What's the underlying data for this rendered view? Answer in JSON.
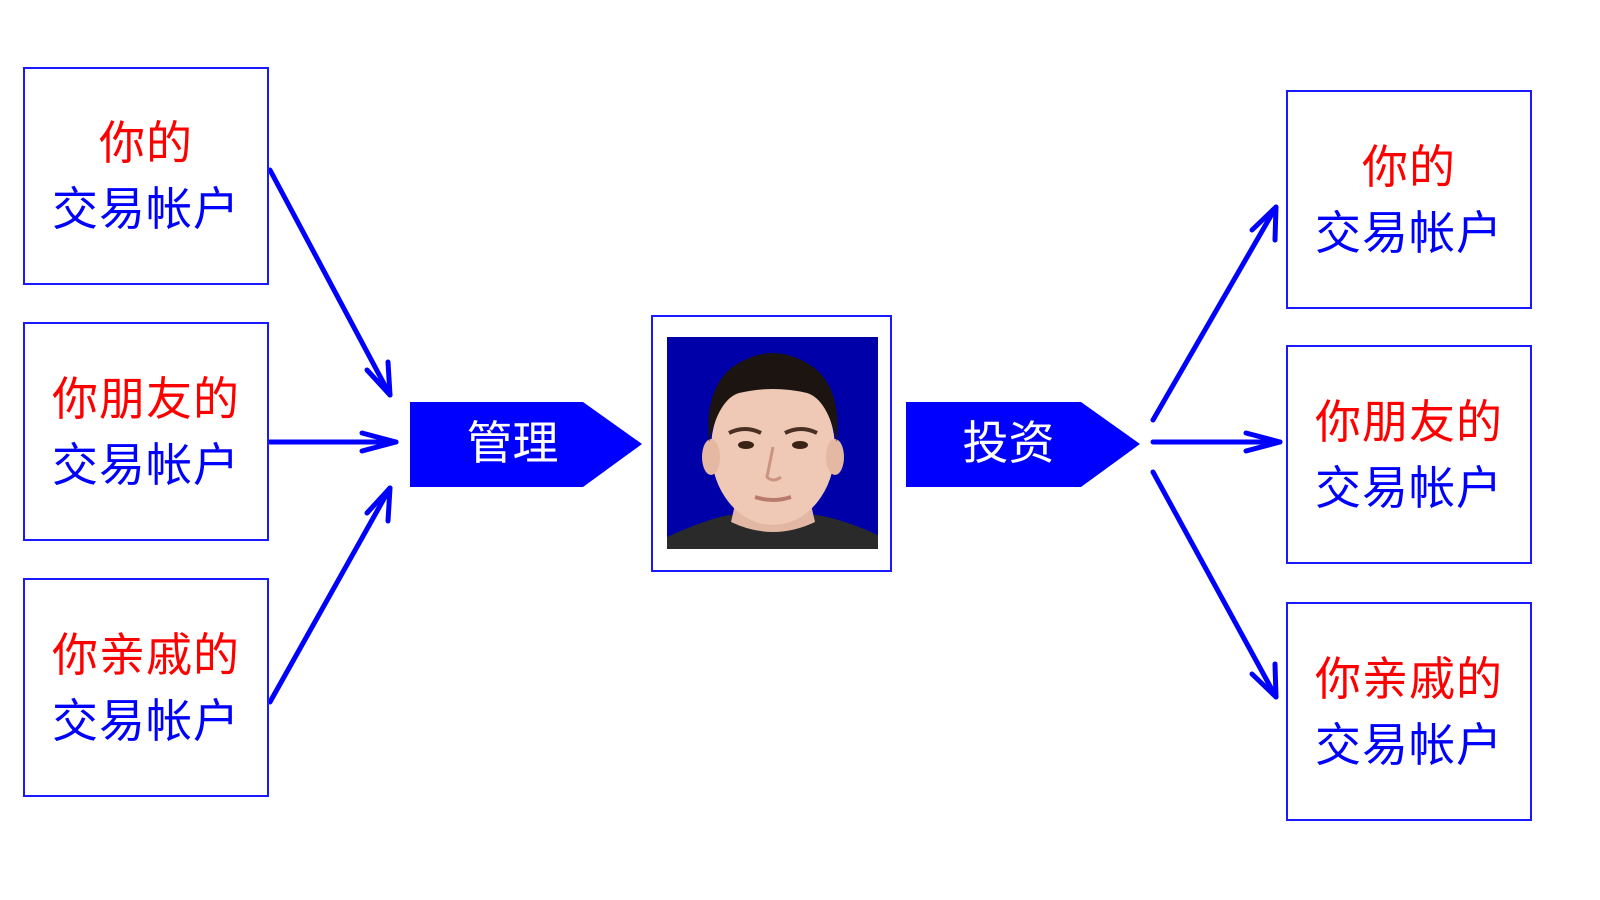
{
  "colors": {
    "red": "#ff0000",
    "blue": "#0000ff",
    "photo_bg": "#0000a8"
  },
  "left_boxes": [
    {
      "line1": "你的",
      "line2": "交易帐户"
    },
    {
      "line1": "你朋友的",
      "line2": "交易帐户"
    },
    {
      "line1": "你亲戚的",
      "line2": "交易帐户"
    }
  ],
  "right_boxes": [
    {
      "line1": "你的",
      "line2": "交易帐户"
    },
    {
      "line1": "你朋友的",
      "line2": "交易帐户"
    },
    {
      "line1": "你亲戚的",
      "line2": "交易帐户"
    }
  ],
  "center": {
    "manage_label": "管理",
    "invest_label": "投资",
    "photo": "portrait-photo"
  }
}
